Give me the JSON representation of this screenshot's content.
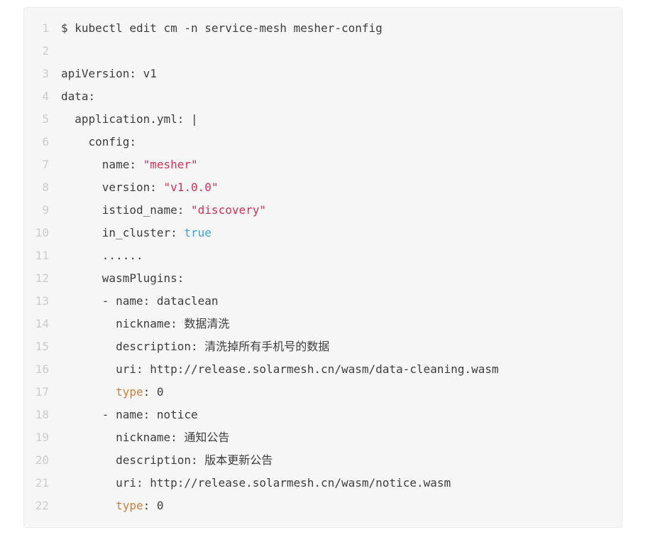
{
  "page": {
    "background": "#ffffff"
  },
  "code_block": {
    "language_hint": "yaml",
    "background": "#f6f6f6",
    "border_color": "#ececec",
    "line_number_color": "#cccccc",
    "text_color": "#3d3d3d",
    "syntax_colors": {
      "string": "#cd3256",
      "literal": "#3ea1d8",
      "keyword": "#c5803f"
    },
    "lines": [
      {
        "num": "1",
        "segments": [
          {
            "text": "$ kubectl edit cm -n service-mesh mesher-config",
            "style": "plain"
          }
        ]
      },
      {
        "num": "2",
        "segments": []
      },
      {
        "num": "3",
        "segments": [
          {
            "text": "apiVersion: v1",
            "style": "plain"
          }
        ]
      },
      {
        "num": "4",
        "segments": [
          {
            "text": "data:",
            "style": "plain"
          }
        ]
      },
      {
        "num": "5",
        "segments": [
          {
            "text": "  application.yml: |",
            "style": "plain"
          }
        ]
      },
      {
        "num": "6",
        "segments": [
          {
            "text": "    config:",
            "style": "plain"
          }
        ]
      },
      {
        "num": "7",
        "segments": [
          {
            "text": "      name: ",
            "style": "plain"
          },
          {
            "text": "\"mesher\"",
            "style": "string"
          }
        ]
      },
      {
        "num": "8",
        "segments": [
          {
            "text": "      version: ",
            "style": "plain"
          },
          {
            "text": "\"v1.0.0\"",
            "style": "string"
          }
        ]
      },
      {
        "num": "9",
        "segments": [
          {
            "text": "      istiod_name: ",
            "style": "plain"
          },
          {
            "text": "\"discovery\"",
            "style": "string"
          }
        ]
      },
      {
        "num": "10",
        "segments": [
          {
            "text": "      in_cluster: ",
            "style": "plain"
          },
          {
            "text": "true",
            "style": "literal"
          }
        ]
      },
      {
        "num": "11",
        "segments": [
          {
            "text": "      ......",
            "style": "plain"
          }
        ]
      },
      {
        "num": "12",
        "segments": [
          {
            "text": "      wasmPlugins:",
            "style": "plain"
          }
        ]
      },
      {
        "num": "13",
        "segments": [
          {
            "text": "      - name: dataclean",
            "style": "plain"
          }
        ]
      },
      {
        "num": "14",
        "segments": [
          {
            "text": "        nickname: 数据清洗",
            "style": "plain"
          }
        ]
      },
      {
        "num": "15",
        "segments": [
          {
            "text": "        description: 清洗掉所有手机号的数据",
            "style": "plain"
          }
        ]
      },
      {
        "num": "16",
        "segments": [
          {
            "text": "        uri: http://release.solarmesh.cn/wasm/data-cleaning.wasm",
            "style": "plain"
          }
        ]
      },
      {
        "num": "17",
        "segments": [
          {
            "text": "        ",
            "style": "plain"
          },
          {
            "text": "type",
            "style": "keyword"
          },
          {
            "text": ": 0",
            "style": "plain"
          }
        ]
      },
      {
        "num": "18",
        "segments": [
          {
            "text": "      - name: notice",
            "style": "plain"
          }
        ]
      },
      {
        "num": "19",
        "segments": [
          {
            "text": "        nickname: 通知公告",
            "style": "plain"
          }
        ]
      },
      {
        "num": "20",
        "segments": [
          {
            "text": "        description: 版本更新公告",
            "style": "plain"
          }
        ]
      },
      {
        "num": "21",
        "segments": [
          {
            "text": "        uri: http://release.solarmesh.cn/wasm/notice.wasm",
            "style": "plain"
          }
        ]
      },
      {
        "num": "22",
        "segments": [
          {
            "text": "        ",
            "style": "plain"
          },
          {
            "text": "type",
            "style": "keyword"
          },
          {
            "text": ": 0",
            "style": "plain"
          }
        ]
      }
    ]
  }
}
